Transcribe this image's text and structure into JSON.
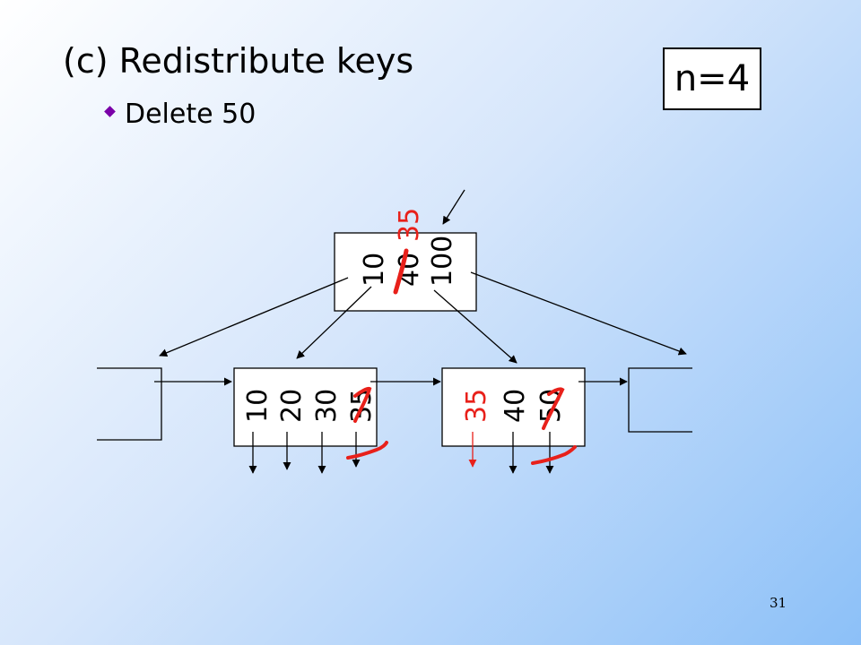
{
  "slide": {
    "title": "(c) Redistribute keys",
    "bullet": "Delete 50",
    "n_label": "n=4",
    "page_number": "31"
  },
  "tree": {
    "root_keys": [
      "10",
      "40",
      "100"
    ],
    "root_replacement": "35",
    "left_leaf_keys": [
      "10",
      "20",
      "30",
      "35"
    ],
    "right_leaf_keys": [
      "35",
      "40",
      "50"
    ]
  },
  "colors": {
    "ink": "#000000",
    "annotation": "#e8201a",
    "bullet": "#7a00a8"
  }
}
